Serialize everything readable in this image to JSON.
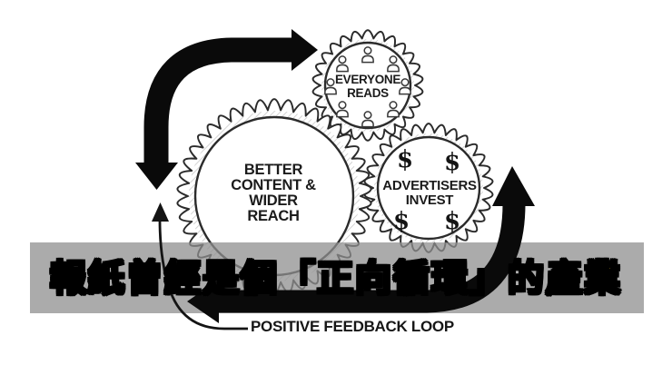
{
  "subtitle": {
    "text": "報紙曾經是個「正向循環」的產業",
    "text_color": "#f0c22e",
    "outline_color": "#000000",
    "banner_color": "#ababab"
  },
  "caption": {
    "text": "POSITIVE FEEDBACK LOOP"
  },
  "gears": {
    "readers": {
      "line1": "EVERYONE",
      "line2": "READS"
    },
    "content": {
      "line1": "BETTER",
      "line2": "CONTENT &",
      "line3": "WIDER",
      "line4": "REACH"
    },
    "advertisers": {
      "line1": "ADVERTISERS",
      "line2": "INVEST",
      "dollar": "$"
    }
  },
  "icons": {
    "person_icon": "outlined person bust, 8 copies ringed inside readers gear",
    "arrow_icon": "thick solid black curved arrows forming a loop"
  },
  "colors": {
    "ink": "#141414",
    "arrow": "#0a0a0a",
    "background": "#ffffff",
    "hatch": "#c9c9c9"
  }
}
